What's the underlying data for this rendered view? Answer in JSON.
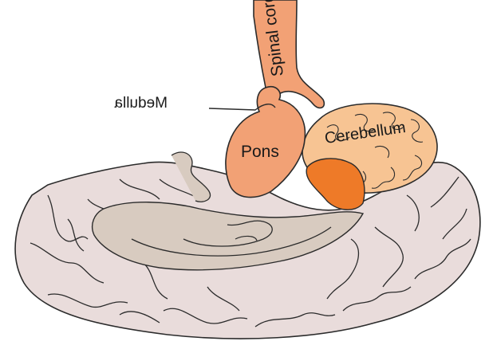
{
  "labels": {
    "spinal_cord": "Spinal cord",
    "medulla": "Medulla",
    "pons": "Pons",
    "cerebellum": "Cerebellum"
  },
  "colors": {
    "brainstem": "#f2a175",
    "brainstem_dark": "#ee7a28",
    "cerebellum": "#f7c493",
    "cortex": "#e9dcdb",
    "inner": "#d8cbc0",
    "outline": "#2b2b2b"
  }
}
